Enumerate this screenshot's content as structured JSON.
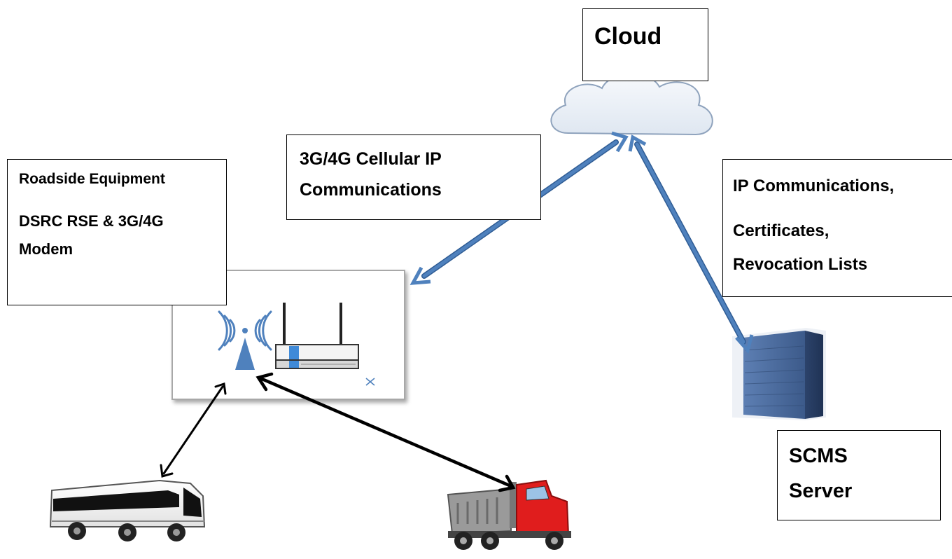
{
  "cloud": {
    "label": "Cloud"
  },
  "cellular": {
    "line1": "3G/4G Cellular IP",
    "line2": "Communications"
  },
  "roadside": {
    "line1": "Roadside Equipment",
    "line2": "DSRC RSE & 3G/4G",
    "line3": "Modem"
  },
  "ipcomms": {
    "line1": "IP Communications,",
    "line2": "Certificates,",
    "line3": "Revocation Lists"
  },
  "scms": {
    "line1": "SCMS",
    "line2": "Server"
  },
  "colors": {
    "link_arrow": "#4f81bd",
    "link_arrow_edge": "#2f5c94",
    "v2x_arrow": "#000000",
    "cloud_fill": "#e8eef6",
    "server_body": "#3e5c8a",
    "truck_cab": "#e01d1d",
    "truck_bed": "#9a9a9a"
  },
  "icons": [
    "cloud-icon",
    "antenna-tower-icon",
    "wireless-router-icon",
    "server-icon",
    "bus-icon",
    "dump-truck-icon"
  ]
}
